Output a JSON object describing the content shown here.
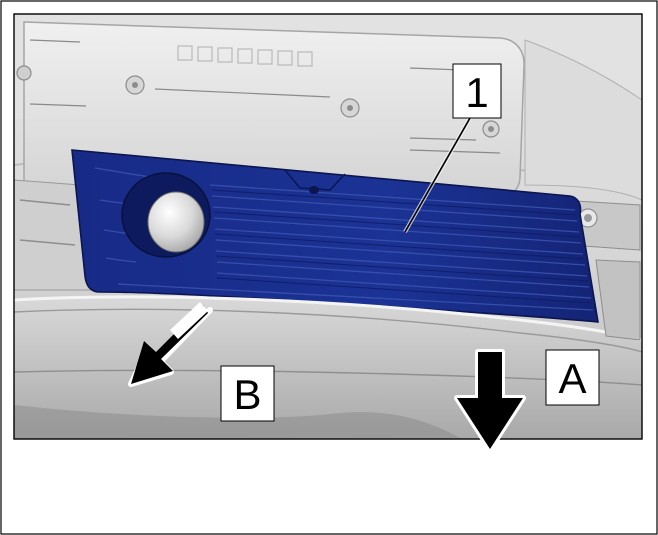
{
  "diagram": {
    "callouts": [
      {
        "id": "part-1",
        "text": "1"
      },
      {
        "id": "direction-b",
        "text": "B"
      },
      {
        "id": "direction-a",
        "text": "A"
      }
    ],
    "colors": {
      "highlight_part": "#1a2f8f",
      "body_light": "#e9e9e9",
      "body_mid": "#cfcfcf",
      "body_dark": "#9b9b9b",
      "outline": "#000000"
    }
  }
}
